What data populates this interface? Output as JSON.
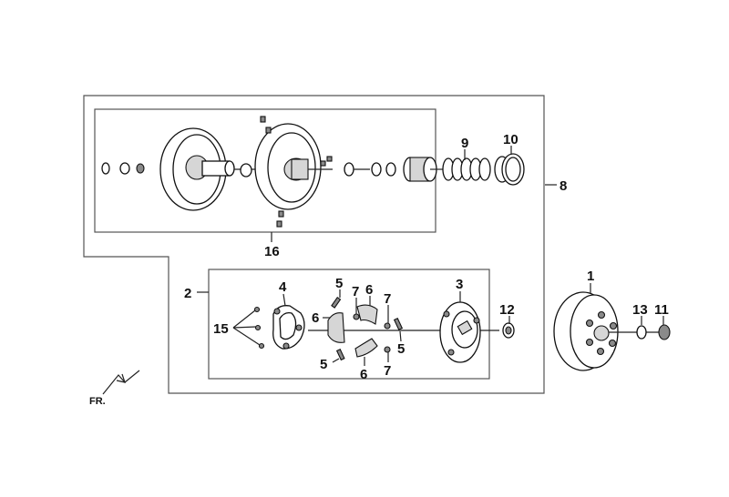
{
  "callouts": {
    "c1": "1",
    "c2": "2",
    "c3": "3",
    "c4": "4",
    "c5a": "5",
    "c5b": "5",
    "c5c": "5",
    "c6a": "6",
    "c6b": "6",
    "c6c": "6",
    "c7a": "7",
    "c7b": "7",
    "c7c": "7",
    "c8": "8",
    "c9": "9",
    "c10": "10",
    "c11": "11",
    "c12": "12",
    "c13": "13",
    "c15": "15",
    "c16": "16"
  },
  "front_marker": "FR."
}
